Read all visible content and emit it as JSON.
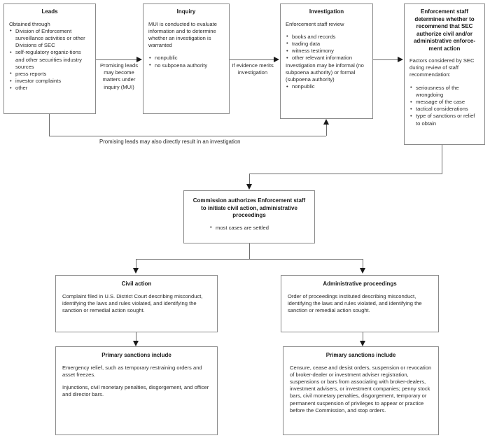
{
  "diagram": {
    "title": "SEC Enforcement Process Flowchart",
    "accent_color": "#8a8a8a",
    "line_color": "#6e6e6e",
    "arrow_color": "#1a1a1a",
    "text_color": "#2b2b2b"
  },
  "nodes": {
    "leads": {
      "title": "Leads",
      "intro": "Obtained through",
      "bullets": [
        "Division of Enforcement surveillance activities or other Divisions of SEC",
        "self-regulatory organiz-tions and other securities industry sources",
        "press reports",
        "investor complaints",
        "other"
      ]
    },
    "inquiry": {
      "title": "Inquiry",
      "intro": "MUI is conducted to evaluate information and to determine whether an investigation is warranted",
      "bullets": [
        "nonpublic",
        "no subpoena authority"
      ]
    },
    "investigation": {
      "title": "Investigation",
      "intro": "Enforcement staff review",
      "bullets": [
        "books and records",
        "trading data",
        "witness testimony",
        "other relevant information"
      ],
      "note": "Investigation may be informal (no subpoena authority) or formal (subpoena authority)",
      "note_bullets": [
        "nonpublic"
      ]
    },
    "enforcement_staff": {
      "title": "Enforcement staff determines whether to recommend that SEC authorize civil and/or administrative enforce-ment action",
      "intro": "Factors considered by SEC during review of staff recommendation:",
      "bullets": [
        "seriousness of the wrongdoing",
        "message of the case",
        "tactical considerations",
        "type of sanctions or relief to obtain"
      ]
    },
    "commission": {
      "title": "Commission authorizes Enforcement staff to initiate civil action, administrative proceedings",
      "bullets": [
        "most cases are settled"
      ]
    },
    "civil_action": {
      "title": "Civil action",
      "body": "Complaint filed in U.S. District Court describing misconduct, identifying the laws and rules violated, and identifying the sanction or remedial action sought."
    },
    "administrative_proceedings": {
      "title": "Administrative proceedings",
      "body": "Order of proceedings instituted describing misconduct, identifying the laws and rules violated, and identifying the sanction or remedial action sought."
    },
    "civil_sanctions": {
      "title": "Primary sanctions include",
      "paragraphs": [
        "Emergency relief, such as temporary restraining orders and asset freezes.",
        "Injunctions, civil monetary penalties, disgorgement, and officer and director bars."
      ]
    },
    "admin_sanctions": {
      "title": "Primary sanctions include",
      "paragraphs": [
        "Censure, cease and desist orders, suspension or revocation of broker-dealer or investment adviser registration, suspensions or bars from associating with broker-dealers, investment advisers, or investment companies; penny stock bars, civil monetary penalties, disgorgement, temporary or permanent suspension of privileges to appear or practice before the Commission, and stop orders."
      ]
    }
  },
  "connectors": {
    "leads_to_inquiry": "Promising leads may become matters under inquiry (MUI)",
    "inquiry_to_investigation": "If evidence merits investigation",
    "direct_to_investigation": "Promising leads may also directly result in an investigation"
  }
}
